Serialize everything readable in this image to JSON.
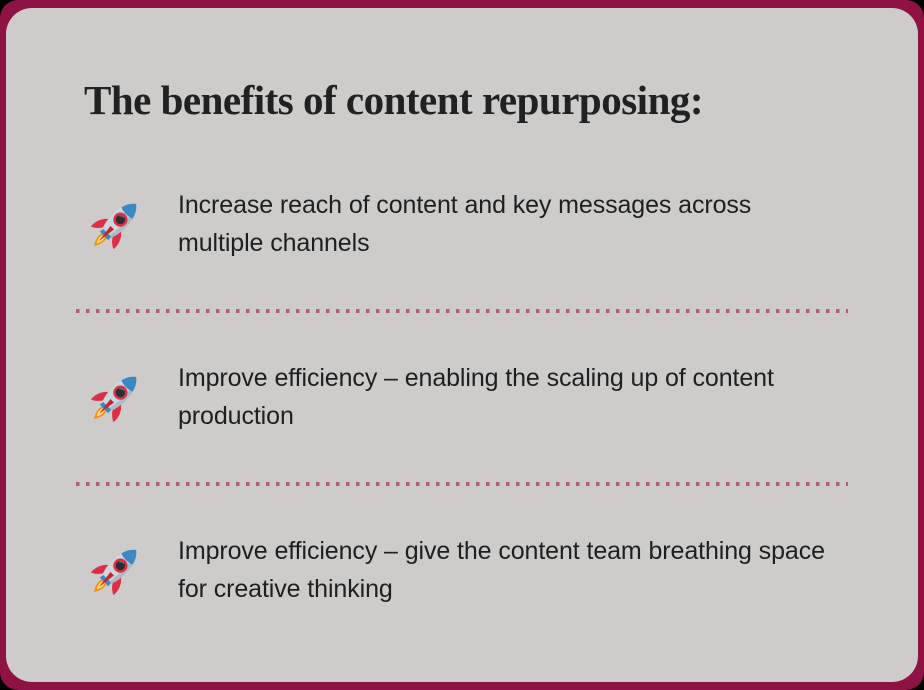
{
  "card": {
    "title": "The benefits of content repurposing:",
    "items": [
      {
        "icon": "rocket-icon",
        "text": "Increase reach of content and key messages across multiple channels"
      },
      {
        "icon": "rocket-icon",
        "text": "Improve efficiency – enabling the scaling up of content production"
      },
      {
        "icon": "rocket-icon",
        "text": "Improve efficiency – give the content team breathing space for creative thinking"
      }
    ]
  },
  "colors": {
    "frame": "#8E1243",
    "card_bg": "#CDCCCB",
    "title": "#212121",
    "text": "#1F1F1F",
    "divider_dot": "#B2606E",
    "outside": "#000000"
  }
}
